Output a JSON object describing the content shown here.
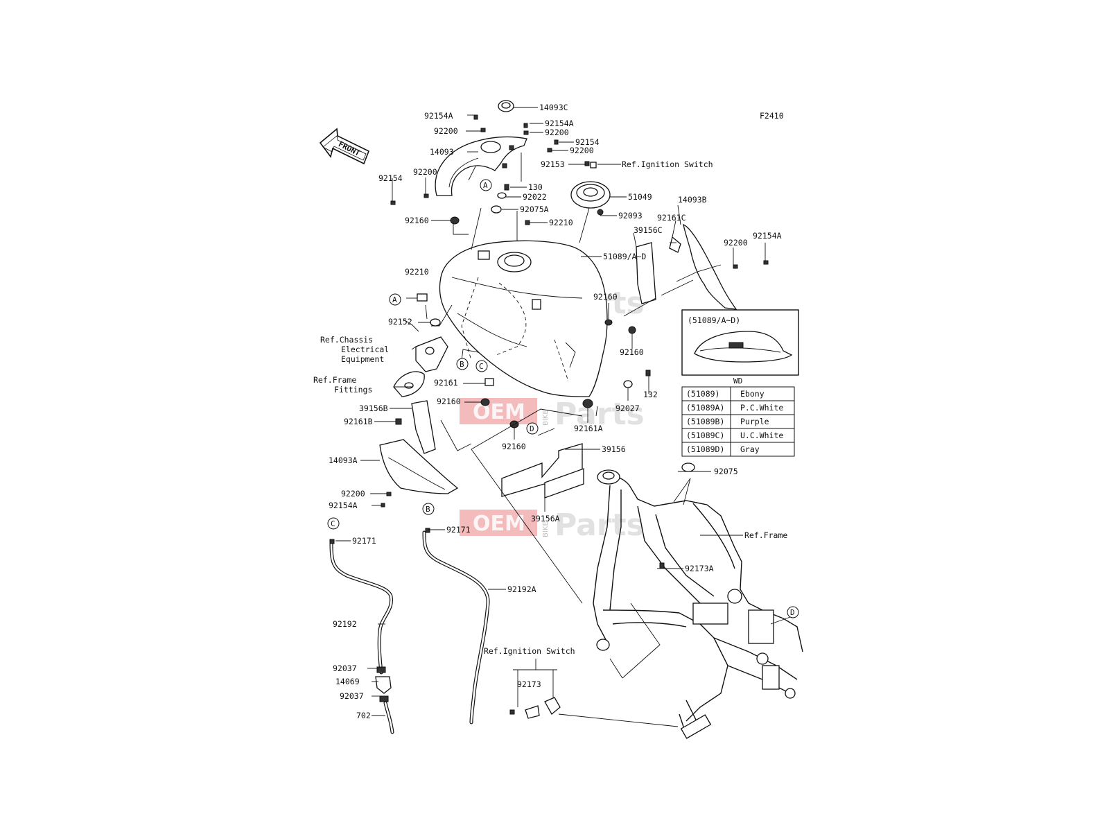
{
  "diagram_code": "F2410",
  "front_label": "FRONT",
  "watermark": {
    "oem": "OEM",
    "bike": "BIKE",
    "parts": "Parts"
  },
  "callouts": [
    "A",
    "B",
    "C",
    "D"
  ],
  "labels": {
    "p14093C": "14093C",
    "p92154A_1": "92154A",
    "p92200_1": "92200",
    "p92154A_2": "92154A",
    "p92200_2": "92200",
    "p92154_1": "92154",
    "p92200_3": "92200",
    "p14093": "14093",
    "p92153": "92153",
    "ref_ignition_1": "Ref.Ignition Switch",
    "p92154_2": "92154",
    "p92200_4": "92200",
    "p130": "130",
    "p92022": "92022",
    "p51049": "51049",
    "p92075A": "92075A",
    "p92093": "92093",
    "p92160_1": "92160",
    "p92210_1": "92210",
    "p14093B": "14093B",
    "p92161C": "92161C",
    "p39156C": "39156C",
    "p92200_5": "92200",
    "p92154A_3": "92154A",
    "p51089": "51089/A~D",
    "p92210_2": "92210",
    "p92160_2": "92160",
    "p92152": "92152",
    "ref_chassis": [
      "Ref.Chassis",
      "Electrical",
      "Equipment"
    ],
    "p92160_3": "92160",
    "ref_frame_fittings": [
      "Ref.Frame",
      "Fittings"
    ],
    "p92161": "92161",
    "p132": "132",
    "p92160_4": "92160",
    "p92027": "92027",
    "p39156B": "39156B",
    "p92161A": "92161A",
    "p92161B": "92161B",
    "p92160_5": "92160",
    "p39156": "39156",
    "p14093A": "14093A",
    "p92075": "92075",
    "p92200_6": "92200",
    "p92154A_4": "92154A",
    "p39156A": "39156A",
    "p92171_1": "92171",
    "p92171_2": "92171",
    "ref_frame": "Ref.Frame",
    "p92173A": "92173A",
    "p92192A": "92192A",
    "p92192": "92192",
    "ref_ignition_2": "Ref.Ignition Switch",
    "p92037_1": "92037",
    "p92173": "92173",
    "p14069": "14069",
    "p92037_2": "92037",
    "p702": "702"
  },
  "inset": {
    "title": "(51089/A~D)",
    "wd_label": "WD"
  },
  "color_table": [
    {
      "code": "(51089)",
      "color": "Ebony"
    },
    {
      "code": "(51089A)",
      "color": "P.C.White"
    },
    {
      "code": "(51089B)",
      "color": "Purple"
    },
    {
      "code": "(51089C)",
      "color": "U.C.White"
    },
    {
      "code": "(51089D)",
      "color": "Gray"
    }
  ]
}
